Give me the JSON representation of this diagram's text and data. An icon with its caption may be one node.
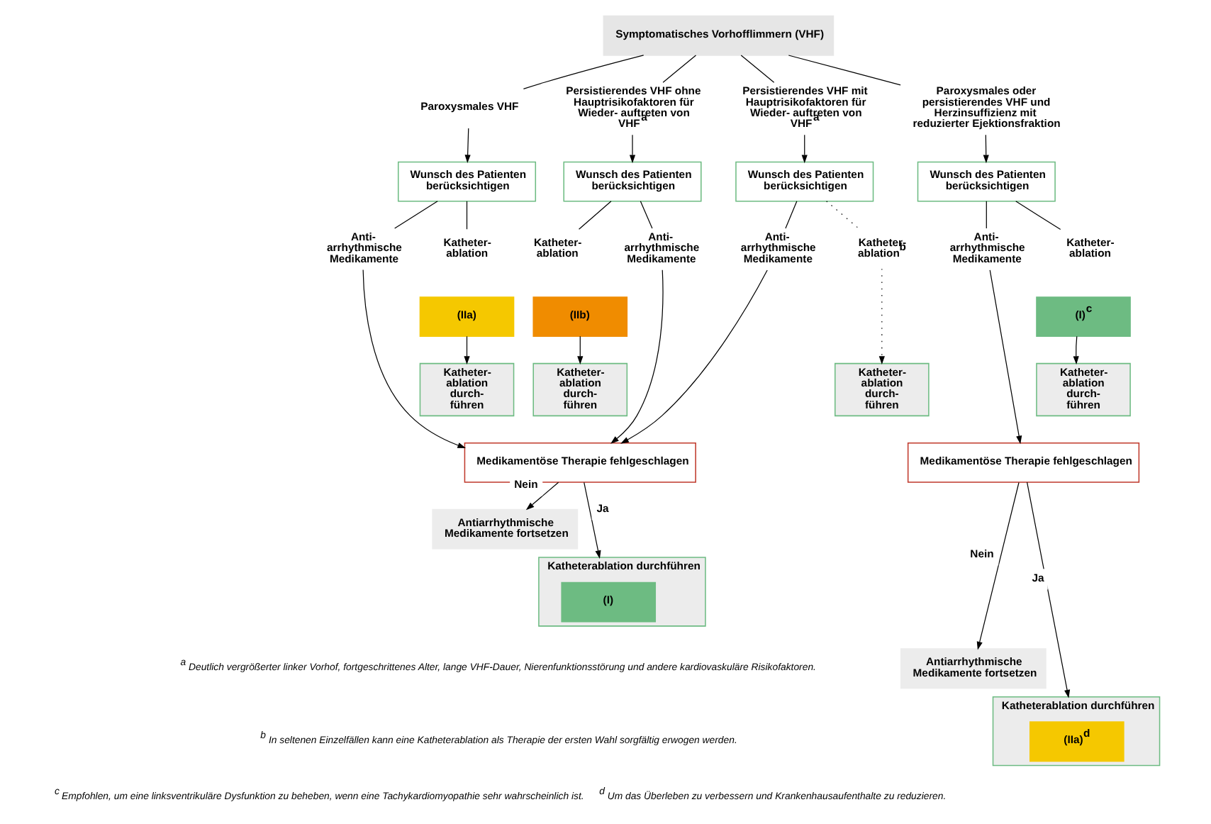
{
  "diagram": {
    "nodes": [
      {
        "text": [
          "Symptomatisches Vorhofflimmern (VHF)"
        ]
      },
      {
        "text": [
          "Paroxysmales VHF"
        ]
      },
      {
        "text": [
          "Persistierendes VHF ohne Hauptrisikofaktoren für Wieder- auftreten von VHF$^{a}$"
        ]
      },
      {
        "text": [
          "Persistierendes VHF mit Hauptrisikofaktoren für Wieder- auftreten von VHF$^{a}$"
        ]
      },
      {
        "text": [
          "Paroxysmales oder persistierendes VHF und Herzinsuffizienz mit reduzierter Ejektionsfraktion"
        ]
      },
      {
        "text": [
          "Wunsch des Patienten berücksichtigen"
        ]
      },
      {
        "text": [
          "Wunsch des Patienten berücksichtigen"
        ]
      },
      {
        "text": [
          "Wunsch des Patienten berücksichtigen"
        ]
      },
      {
        "text": [
          "Wunsch des Patienten berücksichtigen"
        ]
      },
      {
        "text": [
          "Anti- arrhythmische Medikamente"
        ]
      },
      {
        "text": [
          "Katheter- ablation"
        ]
      },
      {
        "text": [
          "(IIa)"
        ]
      },
      {
        "text": [
          "Katheter- ablation durch- führen"
        ]
      },
      {
        "text": [
          "Anti- arrhythmische Medikamente"
        ]
      },
      {
        "text": [
          "Katheter- ablation"
        ]
      },
      {
        "text": [
          "(IIb)"
        ]
      },
      {
        "text": [
          "Katheter- ablation durch- führen"
        ]
      },
      {
        "text": [
          "Anti- arrhythmische Medikamente"
        ]
      },
      {
        "text": [
          "Katheter- ablation$^{b}$"
        ]
      },
      {
        "text": [
          "Katheter- ablation durch- führen"
        ]
      },
      {
        "text": [
          "Anti- arrhythmische Medikamente"
        ]
      },
      {
        "text": [
          "Katheter- ablation"
        ]
      },
      {
        "text": [
          "(I)$^{c}$"
        ]
      },
      {
        "text": [
          "Katheter- ablation durch- führen"
        ]
      },
      {
        "text": [
          "Medikamentöse Therapie fehlgeschlagen"
        ]
      },
      {
        "text": [
          "Medikamentöse Therapie fehlgeschlagen"
        ]
      },
      {
        "text": [
          "Antiarrhythmische Medikamente fortsetzen"
        ]
      },
      {
        "text": [
          "Katheterablation durchführen"
        ]
      },
      {
        "text": [
          "(I)"
        ],
        "in": 27
      },
      {
        "text": [
          "Antiarrhythmische Medikamente fortsetzen"
        ]
      },
      {
        "text": [
          "Katheterablation durchführen"
        ]
      },
      {
        "text": [
          "(IIa)$^{d}$"
        ],
        "in": 30
      }
    ],
    "edges": [
      {
        "from": 0,
        "to": 1,
        "arrow": "none"
      },
      {
        "from": 0,
        "to": 2,
        "arrow": "none"
      },
      {
        "from": 0,
        "to": 3,
        "arrow": "none"
      },
      {
        "from": 0,
        "to": 4,
        "arrow": "none"
      },
      {
        "from": 1,
        "to": 5,
        "arrow": "to"
      },
      {
        "from": 2,
        "to": 6,
        "arrow": "to"
      },
      {
        "from": 3,
        "to": 7,
        "arrow": "to"
      },
      {
        "from": 4,
        "to": 8,
        "arrow": "to"
      },
      {
        "from": 5,
        "to": 9,
        "arrow": "none"
      },
      {
        "from": 5,
        "to": 10,
        "arrow": "none"
      },
      {
        "from": 11,
        "to": 12,
        "arrow": "to"
      },
      {
        "from": 6,
        "to": 13,
        "arrow": "none"
      },
      {
        "from": 6,
        "to": 14,
        "arrow": "none"
      },
      {
        "from": 15,
        "to": 16,
        "arrow": "to"
      },
      {
        "from": 7,
        "to": 17,
        "arrow": "none"
      },
      {
        "from": 7,
        "to": 18,
        "arrow": "none",
        "style": "dashed"
      },
      {
        "from": 18,
        "to": 19,
        "arrow": "to",
        "style": "dashed"
      },
      {
        "from": 8,
        "to": 20,
        "arrow": "none"
      },
      {
        "from": 8,
        "to": 21,
        "arrow": "none"
      },
      {
        "from": 22,
        "to": 23,
        "arrow": "to"
      },
      {
        "from": 9,
        "to": 24,
        "arrow": "to"
      },
      {
        "from": 13,
        "to": 24,
        "arrow": "to"
      },
      {
        "from": 17,
        "to": 24,
        "arrow": "to"
      },
      {
        "from": 20,
        "to": 25,
        "arrow": "to"
      },
      {
        "from": 24,
        "to": 26,
        "arrow": "to",
        "label": "Nein"
      },
      {
        "from": 24,
        "to": 27,
        "arrow": "to",
        "label": "Ja"
      },
      {
        "from": 25,
        "to": 29,
        "arrow": "to",
        "label": "Nein"
      },
      {
        "from": 25,
        "to": 30,
        "arrow": "to",
        "label": "Ja"
      }
    ],
    "labels": [
      "$^{a}$ Deutlich vergrößerter linker Vorhof, fortgeschrittenes Alter, lange VHF-Dauer, Nierenfunktionsstörung und andere kardiovaskuläre Risikofaktoren.",
      "$^{b}$ In seltenen Einzelfällen kann eine Katheterablation als Therapie der ersten Wahl sorgfältig erwogen werden.",
      "$^{c}$ Empfohlen, um eine linksventrikuläre Dysfunktion zu beheben, wenn eine Tachykardiomyopathie sehr wahrscheinlich ist. $^{d}$ Um das Überleben zu verbessern und Krankenhausaufenthalte zu reduzieren."
    ]
  }
}
